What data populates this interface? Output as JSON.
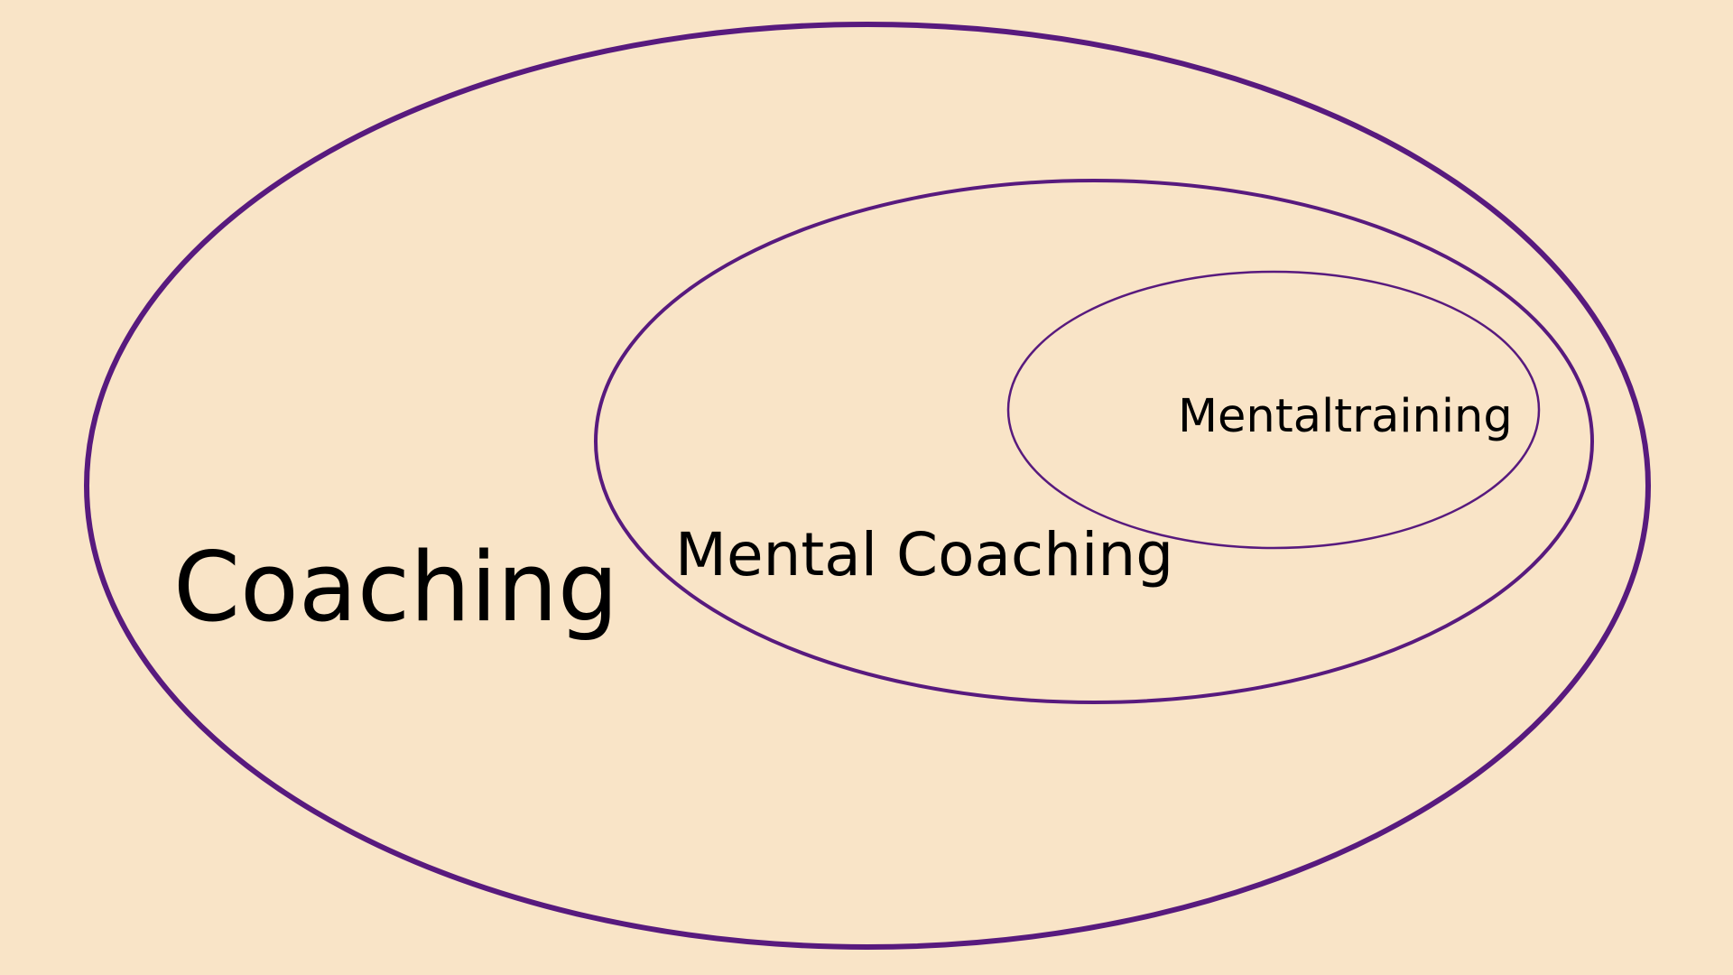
{
  "diagram": {
    "type": "nested-ellipses",
    "background_color": "#f9e4c7",
    "stroke_color": "#581a7e",
    "text_color": "#000000",
    "sets": [
      {
        "label": "Coaching"
      },
      {
        "label": "Mental Coaching"
      },
      {
        "label": "Mentaltraining"
      }
    ]
  }
}
